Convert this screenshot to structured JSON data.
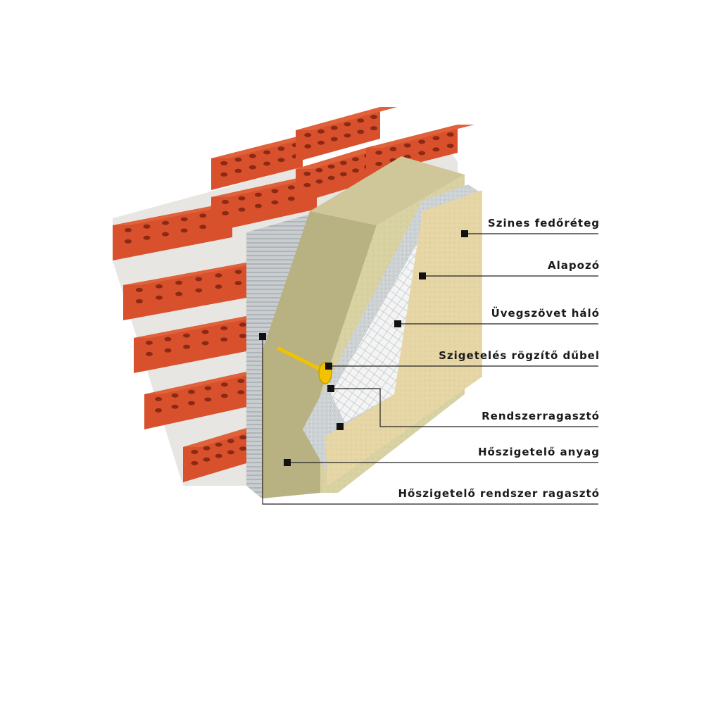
{
  "diagram": {
    "labels": [
      {
        "id": "szines-fedoreteg",
        "text": "Szines fedőréteg"
      },
      {
        "id": "alapozo",
        "text": "Alapozó"
      },
      {
        "id": "uvegszovet-halo",
        "text": "Üvegszövet háló"
      },
      {
        "id": "rogzito-dubel",
        "text": "Szigetelés rögzítő dűbel"
      },
      {
        "id": "rendszerragaszto",
        "text": "Rendszerragasztó"
      },
      {
        "id": "hoszigetelo-anyag",
        "text": "Hőszigetelő anyag"
      },
      {
        "id": "rendszer-ragaszto",
        "text": "Hőszigetelő rendszer ragasztó"
      }
    ],
    "colors": {
      "brick": "#d9502c",
      "brick_shade": "#a8321a",
      "mortar": "#e8e6e2",
      "adhesive": "#c7ccd0",
      "insulation": "#d6cf9e",
      "mesh": "#f4f4f4",
      "finish": "#e3d2a0",
      "dowel": "#f2c200",
      "leader": "#222222"
    }
  }
}
